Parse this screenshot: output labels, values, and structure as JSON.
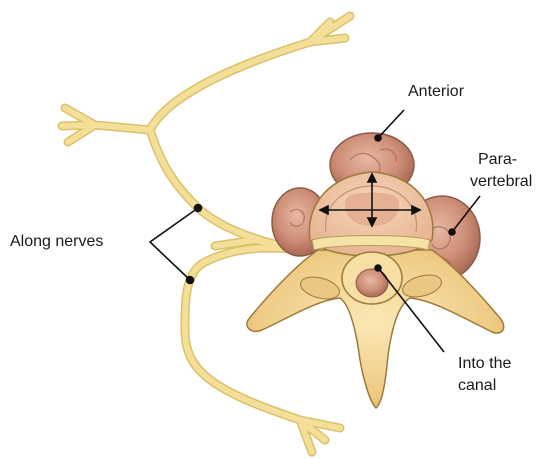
{
  "labels": {
    "anterior": "Anterior",
    "paravertebral_line1": "Para-",
    "paravertebral_line2": "vertebral",
    "along_nerves": "Along nerves",
    "into_canal_line1": "Into the",
    "into_canal_line2": "canal"
  },
  "colors": {
    "nerve": "#f3df98",
    "nerve_edge": "#dcc06a",
    "bone": "#f0cf8c",
    "bone_edge": "#9b7a3a",
    "tumor": "#c98872",
    "tumor_edge": "#8f5a48",
    "text": "#1a1a1a"
  }
}
